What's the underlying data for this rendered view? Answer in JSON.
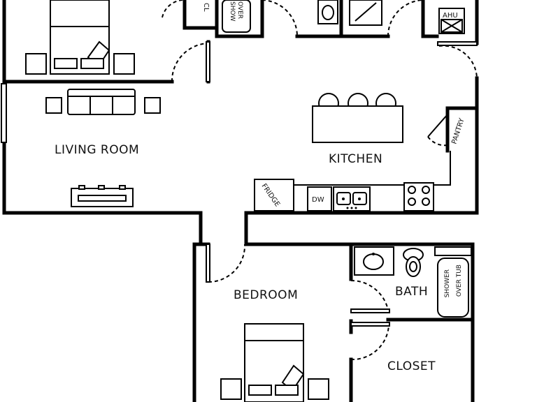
{
  "rooms": {
    "living": "LIVING ROOM",
    "kitchen": "KITCHEN",
    "bedroom": "BEDROOM",
    "bath": "BATH",
    "closet": "CLOSET"
  },
  "fixtures": {
    "fridge": "FRIDGE",
    "dishwasher": "DW",
    "pantry": "PANTRY",
    "ahu": "AHU",
    "shower_tub": [
      "SHOWER",
      "OVER TUB"
    ],
    "shower_tub_top": [
      "SHOW",
      "OVER"
    ],
    "closet_top": "CL"
  }
}
